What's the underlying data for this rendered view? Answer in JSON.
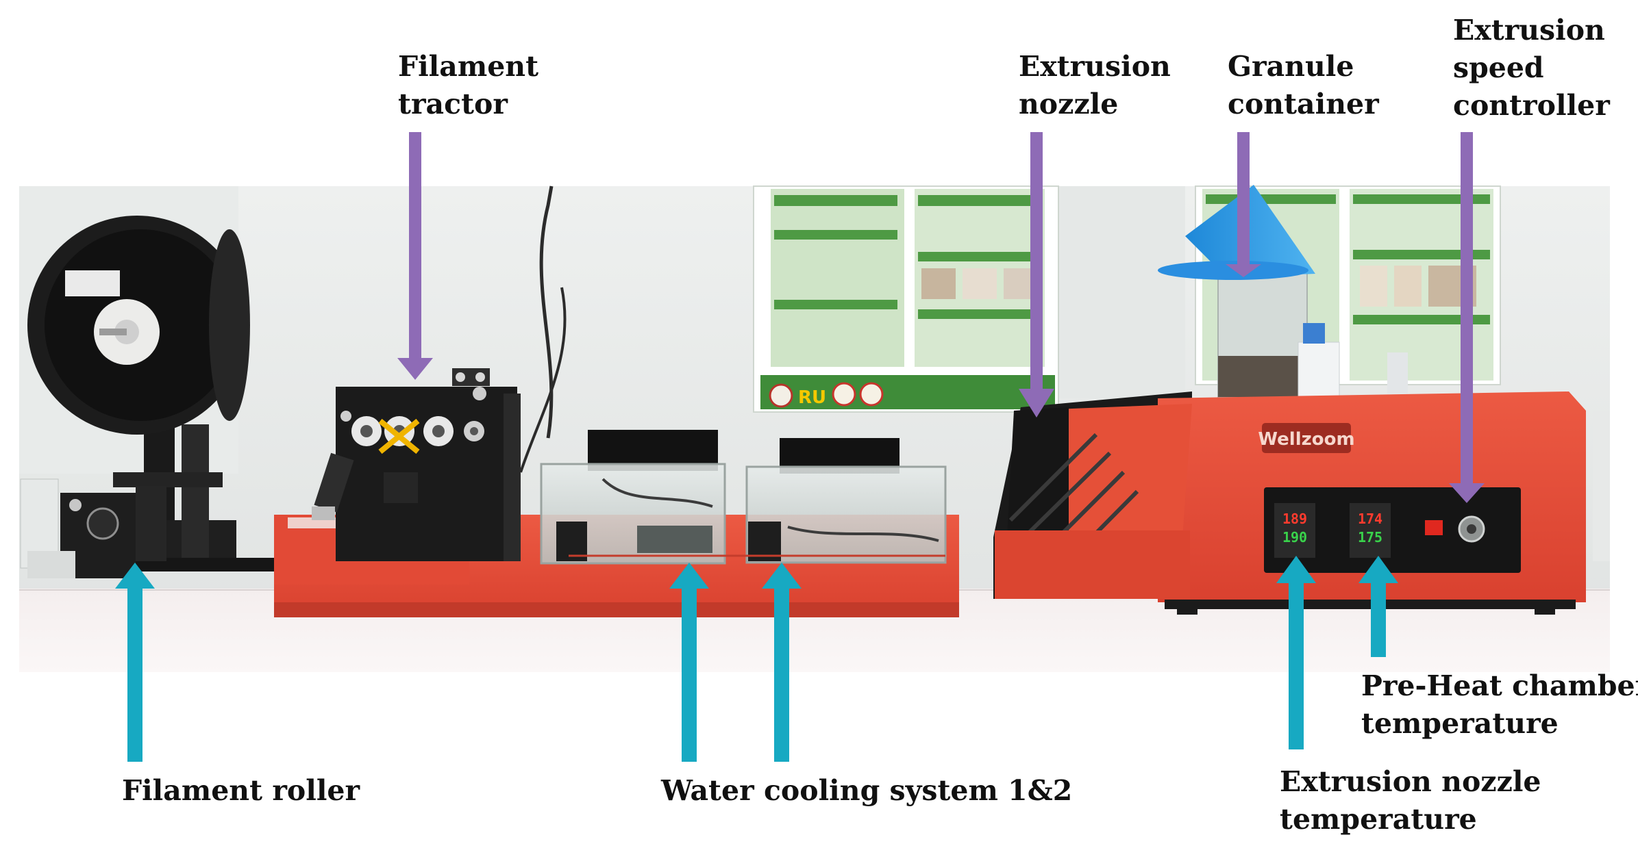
{
  "figure": {
    "labels": {
      "filament_tractor": [
        "Filament",
        "tractor"
      ],
      "extrusion_nozzle": [
        "Extrusion",
        "nozzle"
      ],
      "granule_container": [
        "Granule",
        "container"
      ],
      "extrusion_speed_controller": [
        "Extrusion",
        "speed",
        "controller"
      ],
      "filament_roller": [
        "Filament roller"
      ],
      "water_cooling": [
        "Water cooling system 1&2"
      ],
      "preheat_temp": [
        "Pre-Heat chamber",
        "temperature"
      ],
      "nozzle_temp": [
        "Extrusion nozzle",
        "temperature"
      ]
    },
    "device_brand": "Wellzoom",
    "poster_logo_text": "RU",
    "display_readouts": {
      "nozzle_controller": [
        "189",
        "190"
      ],
      "preheat_controller": [
        "174",
        "175"
      ]
    },
    "colors": {
      "top_arrow": "#8e6bb6",
      "bottom_arrow": "#17a9c2",
      "machine_red": "#e24a36"
    }
  }
}
